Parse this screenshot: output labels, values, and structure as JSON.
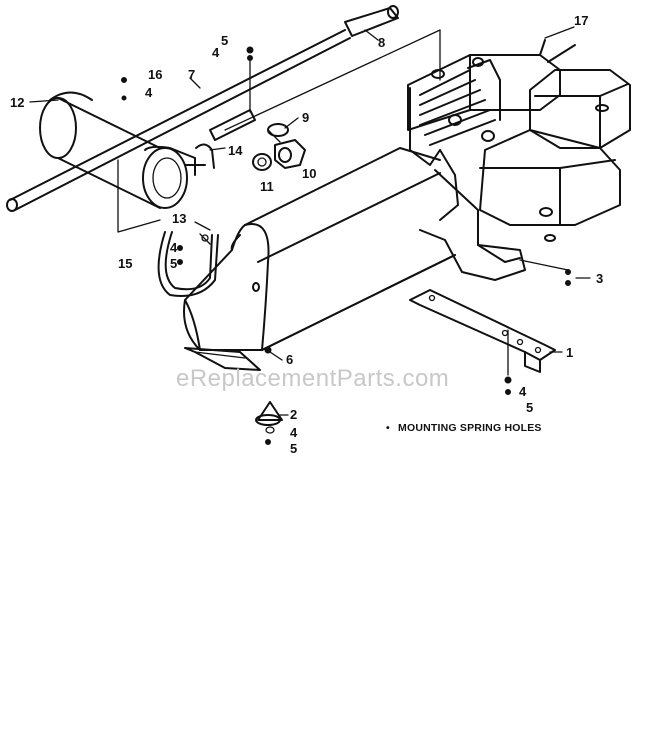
{
  "diagram": {
    "callouts": {
      "c1": "1",
      "c2": "2",
      "c3": "3",
      "c4a": "4",
      "c4b": "4",
      "c4c": "4",
      "c4d": "4",
      "c4e": "4",
      "c5a": "5",
      "c5b": "5",
      "c5c": "5",
      "c5d": "5",
      "c6": "6",
      "c7": "7",
      "c8": "8",
      "c9": "9",
      "c10": "10",
      "c11": "11",
      "c12": "12",
      "c13": "13",
      "c14": "14",
      "c15": "15",
      "c16": "16",
      "c17": "17"
    },
    "note": "MOUNTING SPRING HOLES",
    "note_marker": "•"
  },
  "watermark": "eReplacementParts.com"
}
